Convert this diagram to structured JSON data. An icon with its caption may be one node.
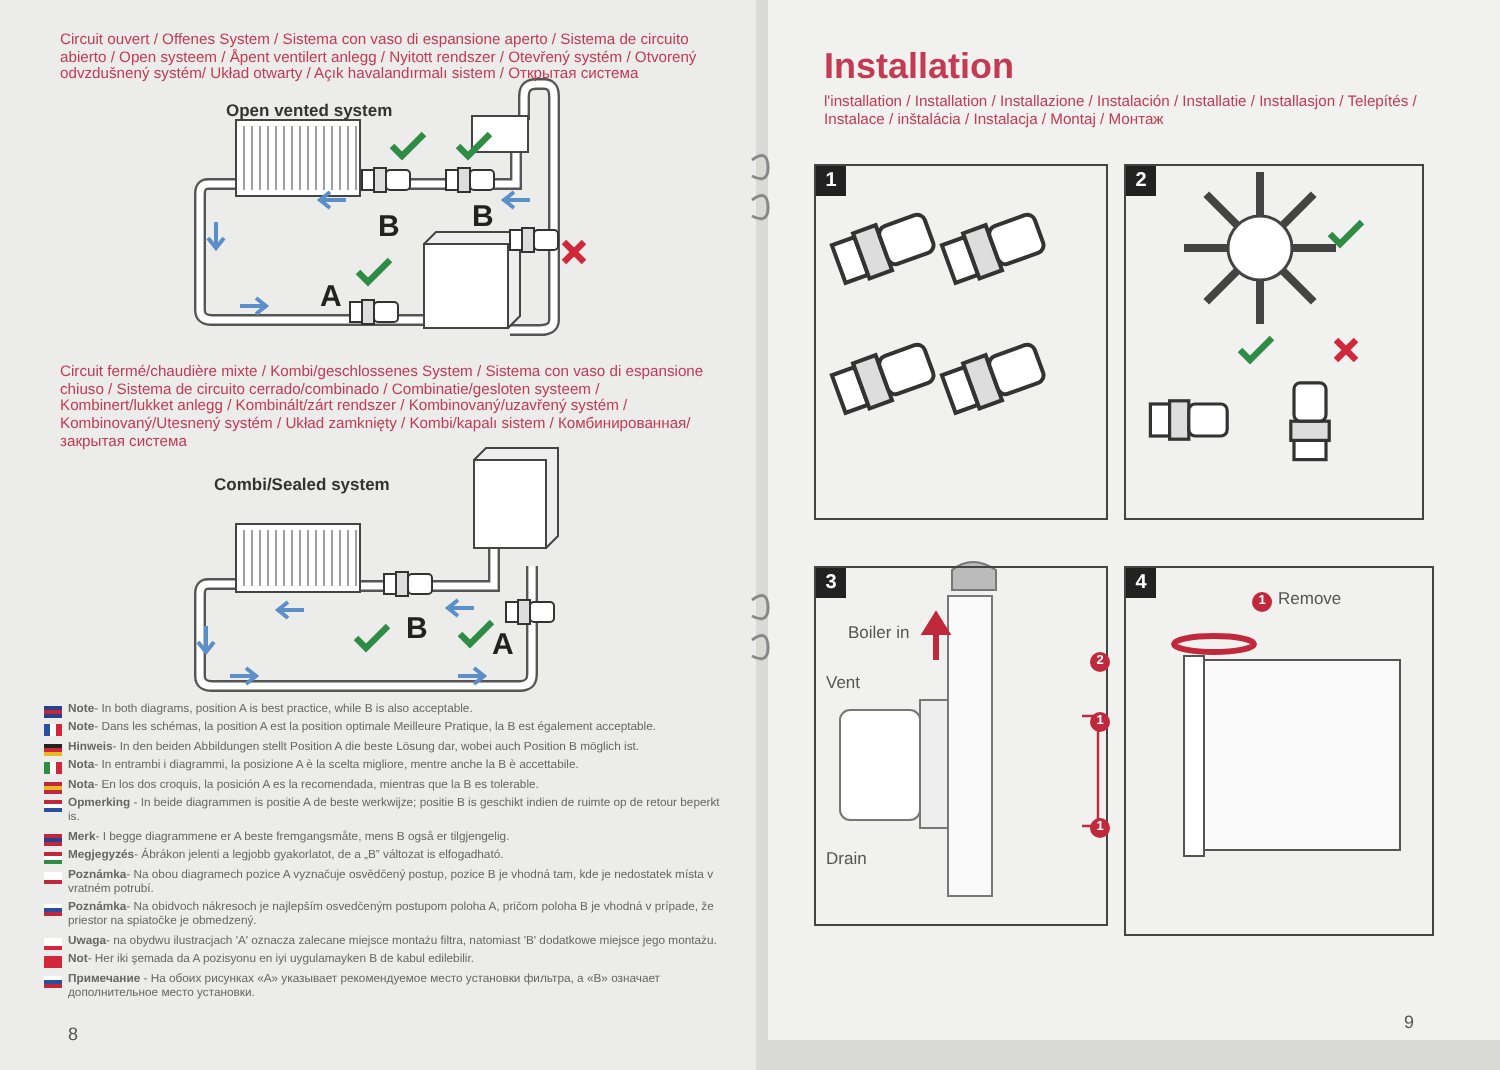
{
  "diagram": {
    "title": "Installation",
    "nodes": [
      {
        "text": [
          "1"
        ]
      },
      {
        "text": [
          "2"
        ]
      },
      {
        "text": [
          "3",
          "Boiler in",
          "Vent",
          "Drain",
          "2",
          "1",
          "1"
        ]
      },
      {
        "text": [
          "4",
          "1",
          "Remove"
        ]
      }
    ],
    "labels": [
      "Circuit ouvert / Offenes System / Sistema con vaso di espansione aperto / Sistema de circuito abierto / Open systeem / Åpent ventilert anlegg / Nyitott rendszer / Otevřený systém / Otvorený odvzdušnený systém/ Układ otwarty / Açık havalandırmalı sistem / Открытая система",
      "Open vented system",
      "B",
      "B",
      "A",
      "Circuit fermé/chaudière mixte / Kombi/geschlossenes System / Sistema con vaso di espansione chiuso / Sistema de circuito cerrado/combinado / Combinatie/gesloten systeem / Kombinert/lukket anlegg / Kombinált/zárt rendszer / Kombinovaný/uzavřený systém / Kombinovaný/Utesnený systém / Układ zamknięty / Kombi/kapalı sistem / Комбинированная/закрытая система",
      "Combi/Sealed system",
      "B",
      "A",
      "**Note**- In both diagrams, position A is best practice, while B is also acceptable.",
      "**Note**- Dans les schémas, la position A est la position optimale Meilleure Pratique, la B est également acceptable.",
      "**Hinweis**- In den beiden Abbildungen stellt Position A die beste Lösung dar, wobei auch Position B möglich ist.",
      "**Nota**- In entrambi i diagrammi, la posizione A è la scelta migliore, mentre anche la B è accettabile.",
      "**Nota**- En los dos croquis, la posición A es la recomendada, mientras que la B es tolerable.",
      "**Opmerking** - In beide diagrammen is positie A de beste werkwijze; positie B is geschikt indien de ruimte op de retour beperkt is.",
      "**Merk**- I begge diagrammene er A beste fremgangsmåte, mens B også er tilgjengelig.",
      "**Megjegyzés**- Ábrákon jelenti a legjobb gyakorlatot, de a „B” változat is elfogadható.",
      "**Poznámka**- Na obou diagramech pozice A vyznačuje osvědčený postup, pozice B je vhodná tam, kde je nedostatek místa v vratném potrubí.",
      "**Poznámka**- Na obidvoch nákresoch je najlepším osvedčeným postupom poloha A, pričom poloha B je vhodná v prípade, že priestor na spiatočke je obmedzený.",
      "**Uwaga**- na obydwu ilustracjach 'A' oznacza zalecane miejsce montażu filtra, natomiast 'B' dodatkowe miejsce jego montażu.",
      "**Not**- Her iki şemada da A pozisyonu en iyi uygulamayken B de kabul edilebilir.",
      "**Примечание** - На обоих рисунках «A» указывает рекомендуемое место установки фильтра, а «B» означает дополнительное место установки.",
      "l'installation / Installation / Installazione / Instalación / Installatie / Installasjon / Telepítés / Instalace / inštalácia / Instalacja / Montaj / Монтаж",
      "8",
      "9"
    ]
  }
}
